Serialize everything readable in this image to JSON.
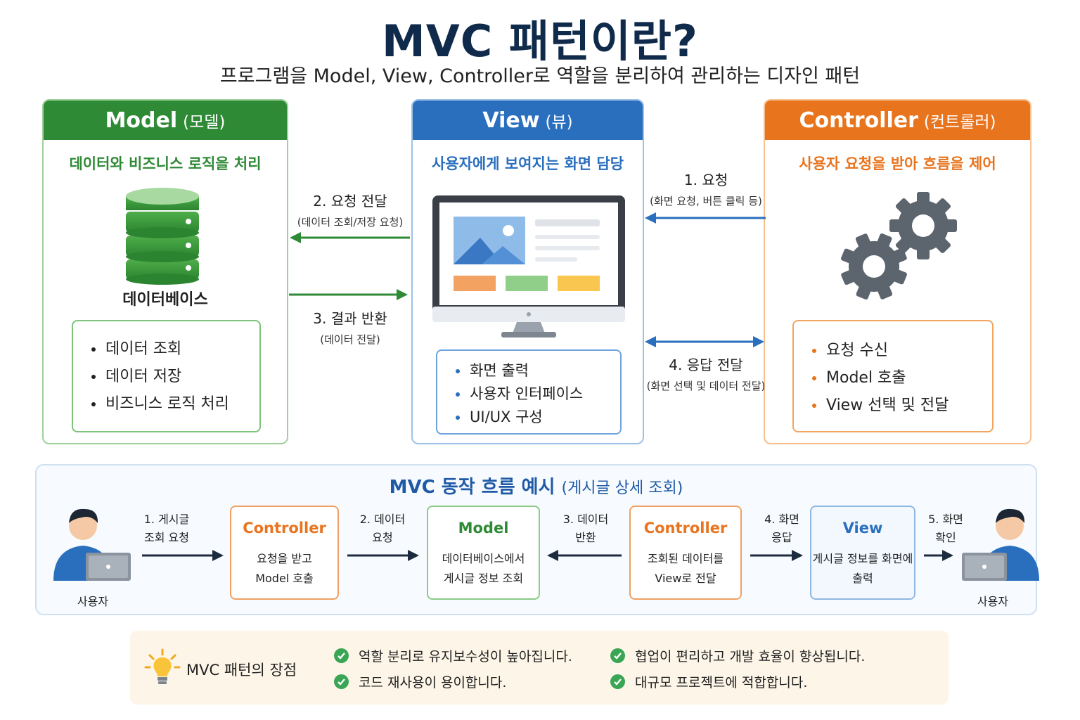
{
  "header": {
    "title": "MVC 패턴이란?",
    "subtitle": "프로그램을 Model, View, Controller로 역할을 분리하여 관리하는 디자인 패턴"
  },
  "model": {
    "title": "Model",
    "title_sub": "(모델)",
    "desc": "데이터와 비즈니스 로직을 처리",
    "db_label": "데이터베이스",
    "items": [
      "데이터 조회",
      "데이터 저장",
      "비즈니스 로직 처리"
    ],
    "color": "#2f8a36"
  },
  "view": {
    "title": "View",
    "title_sub": "(뷰)",
    "desc": "사용자에게 보여지는 화면 담당",
    "items": [
      "화면 출력",
      "사용자 인터페이스",
      "UI/UX 구성"
    ],
    "color": "#2a6fbe"
  },
  "controller": {
    "title": "Controller",
    "title_sub": "(컨트롤러)",
    "desc": "사용자 요청을 받아 흐름을 제어",
    "items": [
      "요청 수신",
      "Model 호출",
      "View 선택 및 전달"
    ],
    "color": "#e8741e"
  },
  "arrows": {
    "a1": {
      "title": "1. 요청",
      "sub": "(화면 요청, 버튼 클릭 등)"
    },
    "a2": {
      "title": "2. 요청 전달",
      "sub": "(데이터 조회/저장 요청)"
    },
    "a3": {
      "title": "3. 결과 반환",
      "sub": "(데이터 전달)"
    },
    "a4": {
      "title": "4. 응답 전달",
      "sub": "(화면 선택 및 데이터 전달)"
    }
  },
  "flow": {
    "title": "MVC 동작 흐름 예시",
    "title_sub": "(게시글 상세 조회)",
    "user_left": "사용자",
    "user_right": "사용자",
    "steps": [
      {
        "l1": "1. 게시글",
        "l2": "조회 요청"
      },
      {
        "l1": "2. 데이터",
        "l2": "요청"
      },
      {
        "l1": "3. 데이터",
        "l2": "반환"
      },
      {
        "l1": "4. 화면",
        "l2": "응답"
      },
      {
        "l1": "5. 화면",
        "l2": "확인"
      }
    ],
    "boxes": [
      {
        "title": "Controller",
        "l1": "요청을 받고",
        "l2": "Model 호출"
      },
      {
        "title": "Model",
        "l1": "데이터베이스에서",
        "l2": "게시글 정보 조회"
      },
      {
        "title": "Controller",
        "l1": "조회된 데이터를",
        "l2": "View로 전달"
      },
      {
        "title": "View",
        "l1": "게시글 정보를 화면에",
        "l2": "출력"
      }
    ]
  },
  "benefits": {
    "title": "MVC 패턴의 장점",
    "items": [
      "역할 분리로 유지보수성이 높아집니다.",
      "코드 재사용이 용이합니다.",
      "협업이 편리하고 개발 효율이 향상됩니다.",
      "대규모 프로젝트에 적합합니다."
    ]
  }
}
